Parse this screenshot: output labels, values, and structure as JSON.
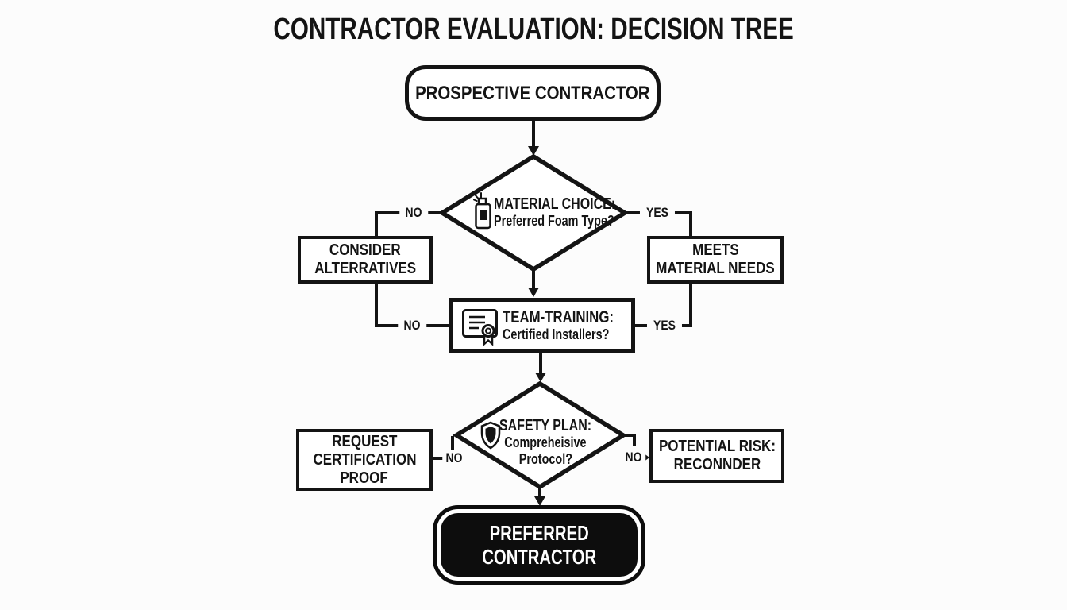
{
  "title": "CONTRACTOR EVALUATION: DECISION TREE",
  "nodes": {
    "start": {
      "label": "PROSPECTIVE CONTRACTOR"
    },
    "material": {
      "title": "MATERIAL CHOICE:",
      "question": "Preferred Foam Type?",
      "icon": "spray-can-icon"
    },
    "consider": {
      "line1": "CONSIDER",
      "line2": "ALTERRATIVES"
    },
    "meets": {
      "line1": "MEETS",
      "line2": "MATERIAL NEEDS"
    },
    "training": {
      "title": "TEAM-TRAINING:",
      "question": "Certified Installers?",
      "icon": "certificate-icon"
    },
    "safety": {
      "title": "SAFETY PLAN:",
      "question_line1": "Compreheisive",
      "question_line2": "Protocol?",
      "icon": "shield-icon"
    },
    "request": {
      "line1": "REQUEST",
      "line2": "CERTIFICATION",
      "line3": "PROOF"
    },
    "risk": {
      "line1": "POTENTIAL RISK:",
      "line2": "RECONNDER"
    },
    "preferred": {
      "line1": "PREFERRED",
      "line2": "CONTRACTOR"
    }
  },
  "edge_labels": {
    "material_no": "NO",
    "material_yes": "YES",
    "training_no": "NO",
    "training_yes": "YES",
    "safety_no_left": "NO",
    "safety_no_right": "NO"
  },
  "colors": {
    "ink": "#141414",
    "background": "#fcfcfc",
    "node_fill": "#ffffff",
    "terminal_fill": "#0d0d0d",
    "terminal_text": "#ffffff"
  }
}
